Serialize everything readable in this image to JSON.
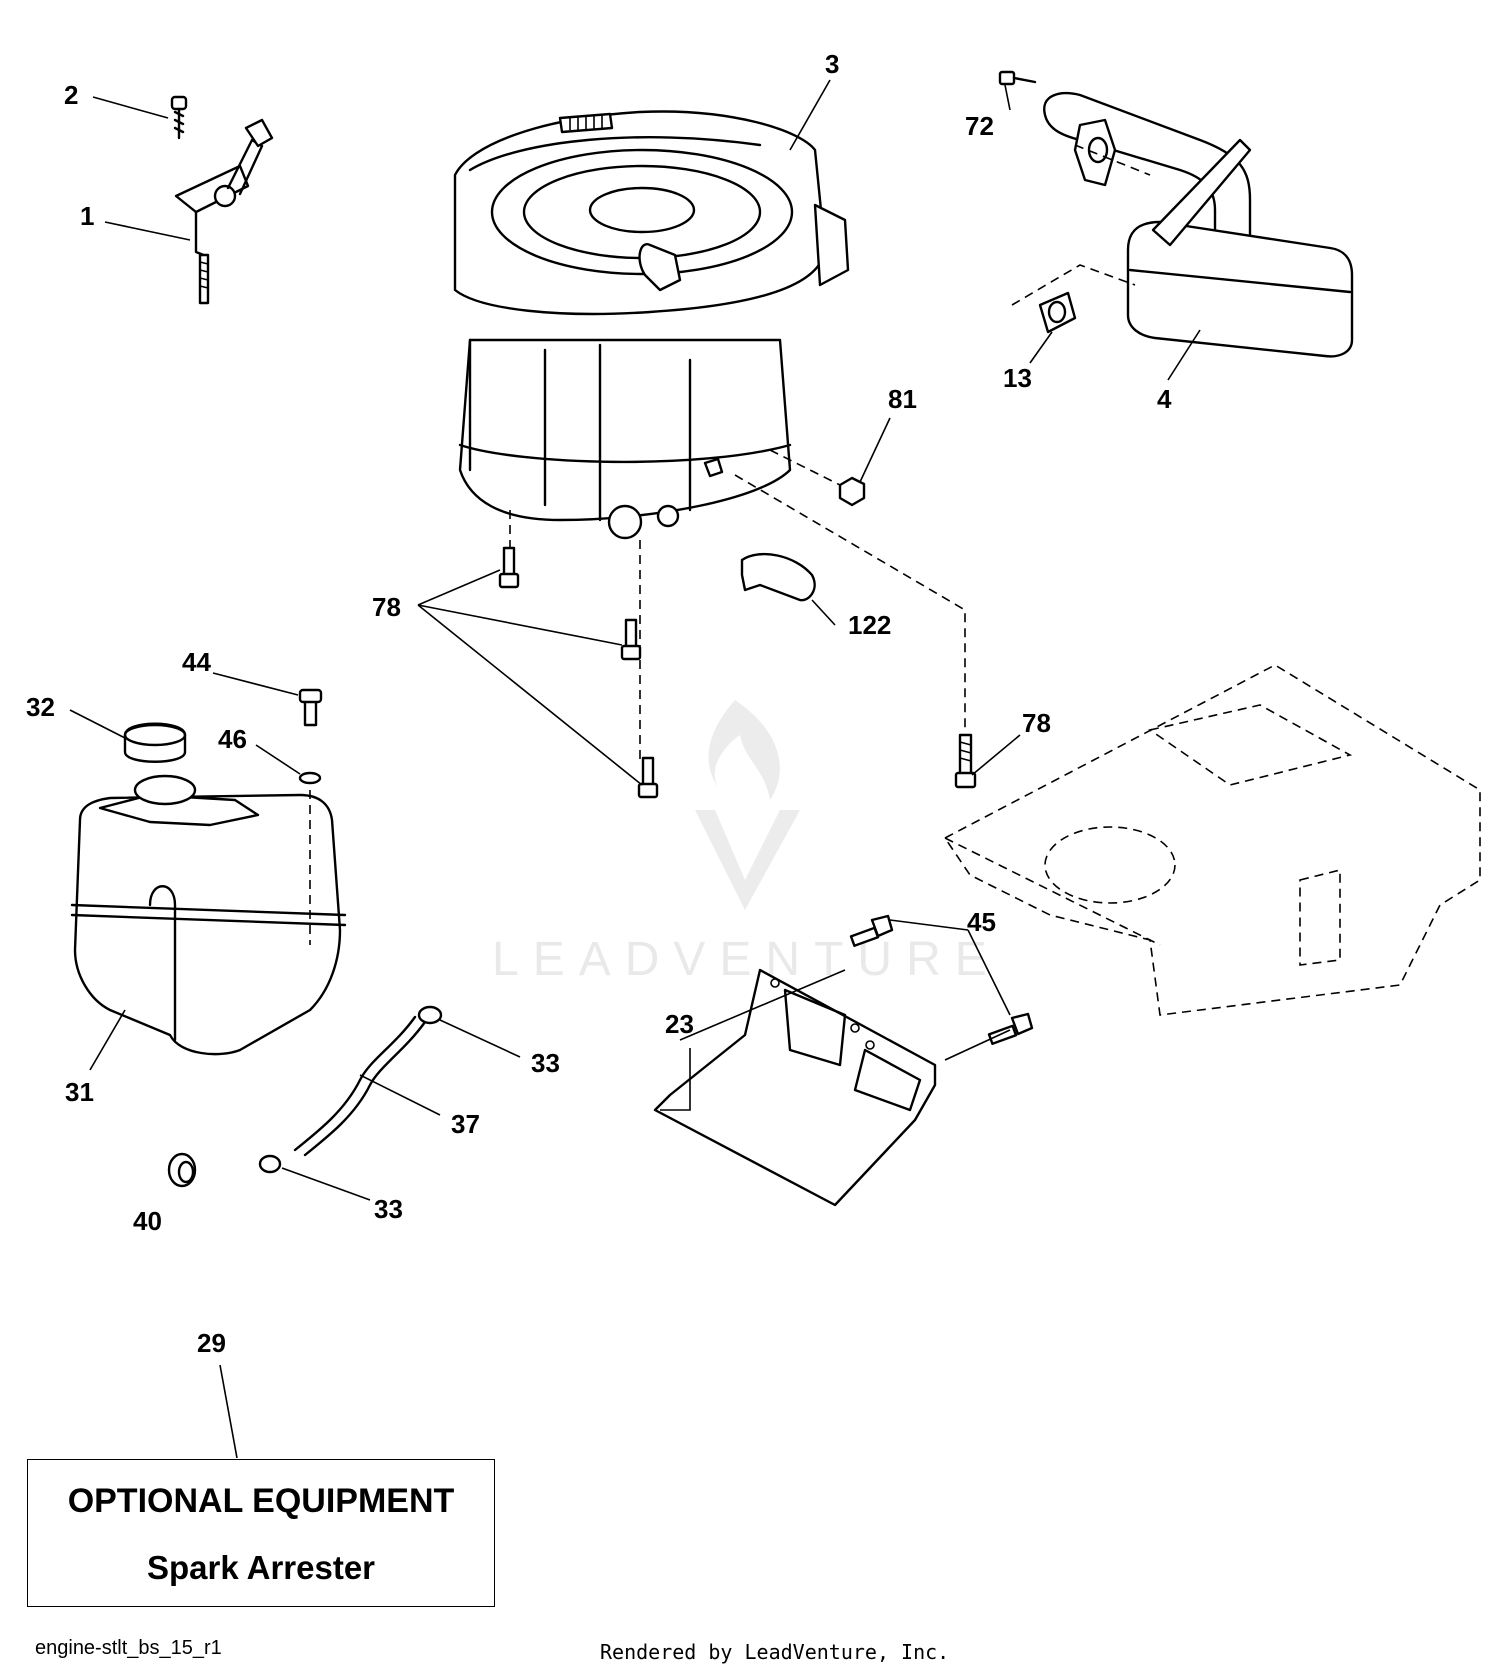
{
  "diagram": {
    "callouts": {
      "c1": "1",
      "c2": "2",
      "c3": "3",
      "c4": "4",
      "c13": "13",
      "c23": "23",
      "c29": "29",
      "c31": "31",
      "c32": "32",
      "c33a": "33",
      "c33b": "33",
      "c37": "37",
      "c40": "40",
      "c44": "44",
      "c45": "45",
      "c46": "46",
      "c72": "72",
      "c78a": "78",
      "c78b": "78",
      "c81": "81",
      "c122": "122"
    },
    "optional_box": {
      "title": "OPTIONAL EQUIPMENT",
      "subtitle": "Spark Arrester"
    },
    "diagram_id": "engine-stlt_bs_15_r1",
    "watermark": "LEADVENTURE",
    "footer": "Rendered by LeadVenture, Inc."
  }
}
